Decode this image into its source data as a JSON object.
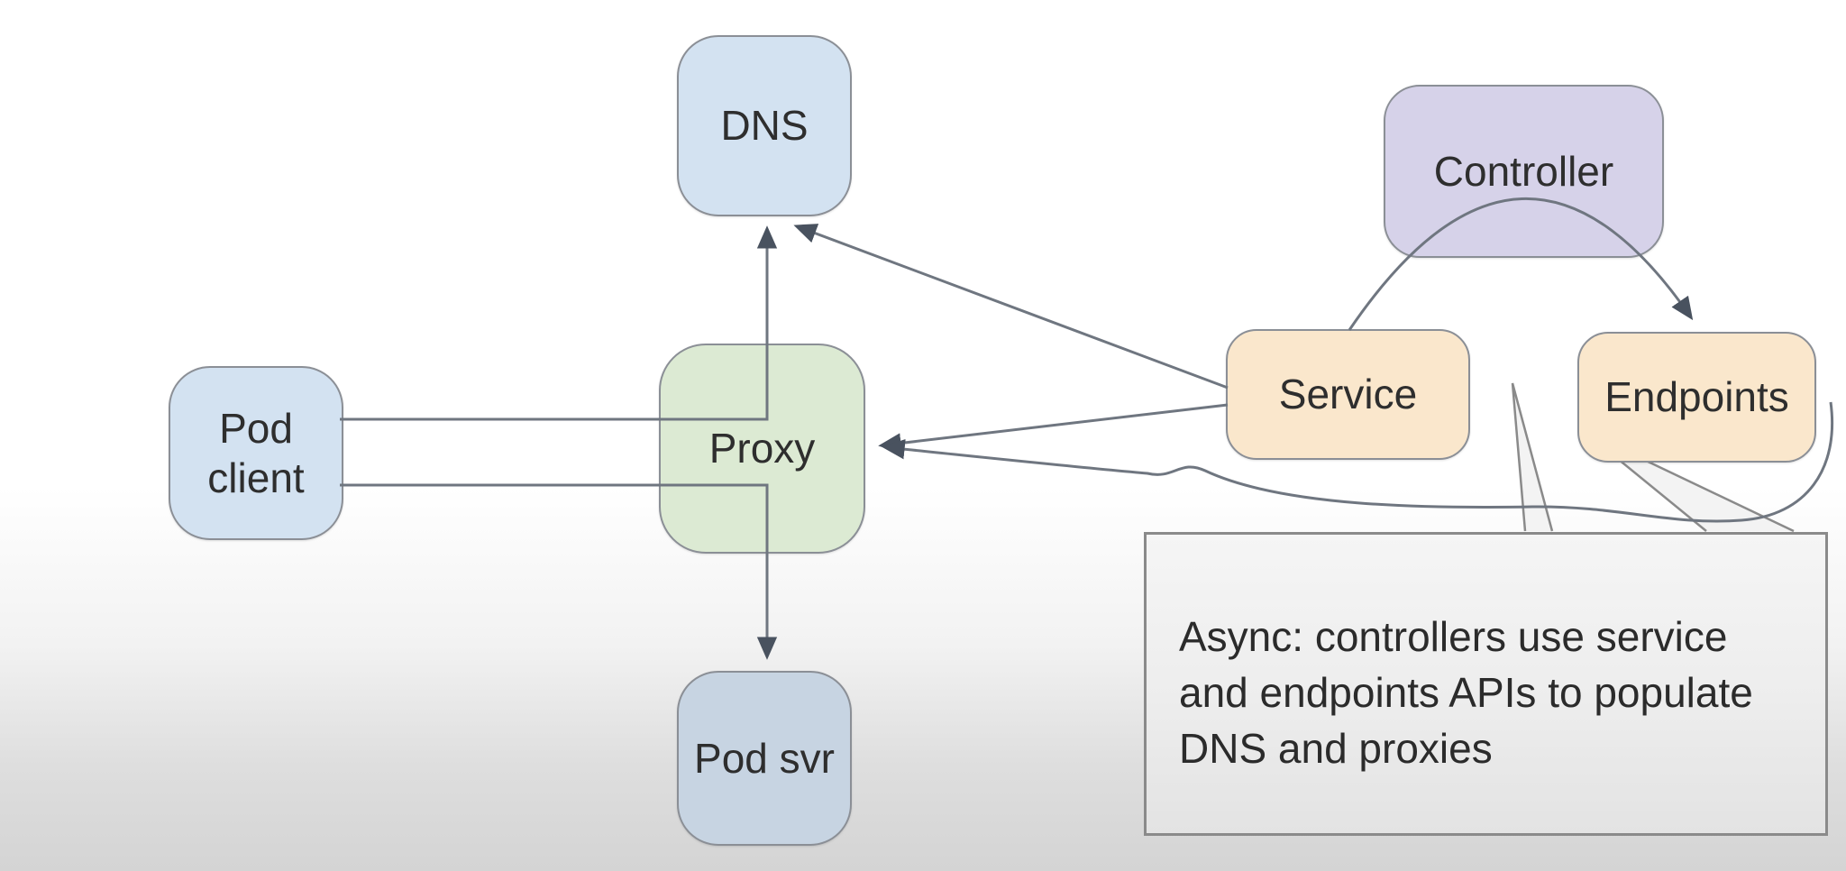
{
  "diagram_type": "flow-diagram",
  "nodes": {
    "dns": {
      "label": "DNS",
      "fill": "#d3e2f1"
    },
    "controller": {
      "label": "Controller",
      "fill": "#d6d2e9"
    },
    "pod_client": {
      "label": "Pod client",
      "fill": "#d3e2f1"
    },
    "proxy": {
      "label": "Proxy",
      "fill": "#dcead3"
    },
    "service": {
      "label": "Service",
      "fill": "#fae7cc"
    },
    "endpoints": {
      "label": "Endpoints",
      "fill": "#fae7cc"
    },
    "pod_svr": {
      "label": "Pod svr",
      "fill": "#c7d4e2"
    }
  },
  "edges": [
    {
      "from": "Pod client",
      "to": "DNS",
      "arrow": "at DNS",
      "route": "right then up through Proxy"
    },
    {
      "from": "Pod client",
      "to": "Pod svr",
      "arrow": "at Pod svr",
      "route": "right then down through Proxy"
    },
    {
      "from": "Service",
      "to": "DNS",
      "arrow": "at DNS",
      "route": "straight diagonal"
    },
    {
      "from": "Service",
      "to": "Proxy",
      "arrow": "at Proxy",
      "route": "straight"
    },
    {
      "from": "Service",
      "to": "Endpoints",
      "arrow": "at Endpoints",
      "route": "arc passing through Controller"
    },
    {
      "from": "Endpoints",
      "to": "Proxy",
      "arrow": "at Proxy",
      "route": "curve under Service and Endpoints"
    }
  ],
  "callout": {
    "text": "Async: controllers use service and endpoints APIs to populate DNS and proxies",
    "fill": "#efefef",
    "border": "#8a8a8a"
  },
  "colors": {
    "line": "#6f7680",
    "arrowhead": "#49525f",
    "node_border": "#8b8f96",
    "text": "#2e2e2e",
    "background_top": "#ffffff",
    "background_bottom": "#d4d4d4"
  }
}
